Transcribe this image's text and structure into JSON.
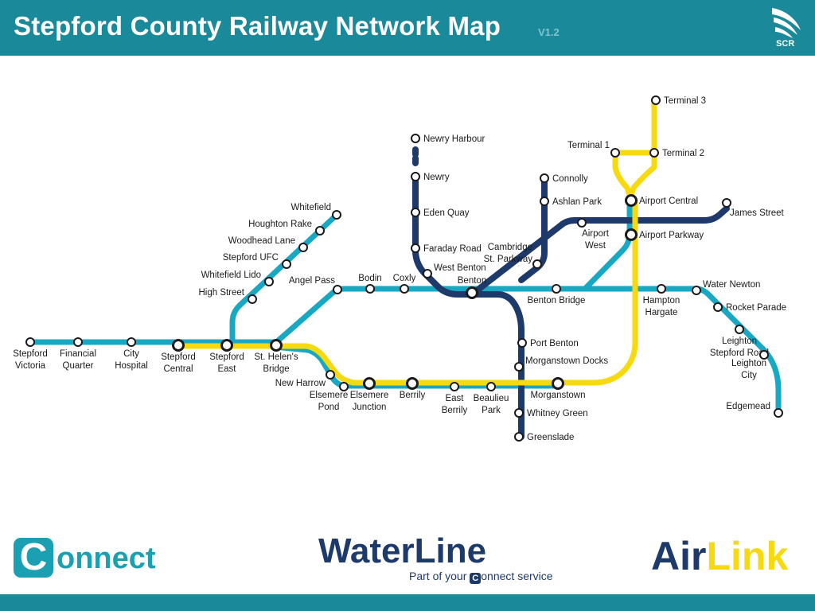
{
  "header": {
    "title": "Stepford County Railway Network Map",
    "version": "V1.2",
    "logo_text": "SCR",
    "logo_icon": "scr-swoosh-icon"
  },
  "colors": {
    "header_bg": "#1a8a9a",
    "connect_line": "#19a8c4",
    "waterline": "#1d3a6b",
    "airlink": "#f6d90e",
    "station_fill": "#ffffff",
    "station_stroke": "#1a1a1a"
  },
  "network": {
    "lines": [
      {
        "name": "Connect",
        "color": "#19a8c4"
      },
      {
        "name": "WaterLine",
        "color": "#1d3a6b"
      },
      {
        "name": "AirLink",
        "color": "#f6d90e"
      }
    ],
    "stations": [
      {
        "id": "stepford-victoria",
        "label": [
          "Stepford",
          "Victoria"
        ],
        "interchange": false
      },
      {
        "id": "financial-quarter",
        "label": [
          "Financial",
          "Quarter"
        ],
        "interchange": false
      },
      {
        "id": "city-hospital",
        "label": [
          "City",
          "Hospital"
        ],
        "interchange": false
      },
      {
        "id": "stepford-central",
        "label": [
          "Stepford",
          "Central"
        ],
        "interchange": true
      },
      {
        "id": "stepford-east",
        "label": [
          "Stepford",
          "East"
        ],
        "interchange": true
      },
      {
        "id": "st-helens-bridge",
        "label": [
          "St. Helen's",
          "Bridge"
        ],
        "interchange": true
      },
      {
        "id": "high-street",
        "label": [
          "High Street"
        ],
        "interchange": false
      },
      {
        "id": "whitefield-lido",
        "label": [
          "Whitefield Lido"
        ],
        "interchange": false
      },
      {
        "id": "stepford-ufc",
        "label": [
          "Stepford UFC"
        ],
        "interchange": false
      },
      {
        "id": "woodhead-lane",
        "label": [
          "Woodhead Lane"
        ],
        "interchange": false
      },
      {
        "id": "houghton-rake",
        "label": [
          "Houghton Rake"
        ],
        "interchange": false
      },
      {
        "id": "whitefield",
        "label": [
          "Whitefield"
        ],
        "interchange": false
      },
      {
        "id": "angel-pass",
        "label": [
          "Angel Pass"
        ],
        "interchange": false
      },
      {
        "id": "bodin",
        "label": [
          "Bodin"
        ],
        "interchange": false
      },
      {
        "id": "coxly",
        "label": [
          "Coxly"
        ],
        "interchange": false
      },
      {
        "id": "new-harrow",
        "label": [
          "New Harrow"
        ],
        "interchange": false
      },
      {
        "id": "elsemere-pond",
        "label": [
          "Elsemere",
          "Pond"
        ],
        "interchange": false
      },
      {
        "id": "elsemere-junction",
        "label": [
          "Elsemere",
          "Junction"
        ],
        "interchange": true
      },
      {
        "id": "berrily",
        "label": [
          "Berrily"
        ],
        "interchange": true
      },
      {
        "id": "east-berrily",
        "label": [
          "East",
          "Berrily"
        ],
        "interchange": false
      },
      {
        "id": "beaulieu-park",
        "label": [
          "Beaulieu",
          "Park"
        ],
        "interchange": false
      },
      {
        "id": "morganstown",
        "label": [
          "Morganstown"
        ],
        "interchange": true
      },
      {
        "id": "newry-harbour",
        "label": [
          "Newry Harbour"
        ],
        "interchange": false
      },
      {
        "id": "newry",
        "label": [
          "Newry"
        ],
        "interchange": false
      },
      {
        "id": "eden-quay",
        "label": [
          "Eden Quay"
        ],
        "interchange": false
      },
      {
        "id": "faraday-road",
        "label": [
          "Faraday Road"
        ],
        "interchange": false
      },
      {
        "id": "west-benton",
        "label": [
          "West Benton"
        ],
        "interchange": false
      },
      {
        "id": "benton",
        "label": [
          "Benton"
        ],
        "interchange": true
      },
      {
        "id": "port-benton",
        "label": [
          "Port Benton"
        ],
        "interchange": false
      },
      {
        "id": "morganstown-docks",
        "label": [
          "Morganstown Docks"
        ],
        "interchange": false
      },
      {
        "id": "whitney-green",
        "label": [
          "Whitney Green"
        ],
        "interchange": false
      },
      {
        "id": "greenslade",
        "label": [
          "Greenslade"
        ],
        "interchange": false
      },
      {
        "id": "connolly",
        "label": [
          "Connolly"
        ],
        "interchange": false
      },
      {
        "id": "ashlan-park",
        "label": [
          "Ashlan Park"
        ],
        "interchange": false
      },
      {
        "id": "cambridge-st-parkway",
        "label": [
          "Cambridge",
          "St. Parkway"
        ],
        "interchange": false
      },
      {
        "id": "airport-west",
        "label": [
          "Airport",
          "West"
        ],
        "interchange": false
      },
      {
        "id": "james-street",
        "label": [
          "James Street"
        ],
        "interchange": false
      },
      {
        "id": "benton-bridge",
        "label": [
          "Benton Bridge"
        ],
        "interchange": false
      },
      {
        "id": "airport-central",
        "label": [
          "Airport Central"
        ],
        "interchange": true
      },
      {
        "id": "airport-parkway",
        "label": [
          "Airport Parkway"
        ],
        "interchange": true
      },
      {
        "id": "terminal-1",
        "label": [
          "Terminal 1"
        ],
        "interchange": false
      },
      {
        "id": "terminal-2",
        "label": [
          "Terminal 2"
        ],
        "interchange": false
      },
      {
        "id": "terminal-3",
        "label": [
          "Terminal 3"
        ],
        "interchange": false
      },
      {
        "id": "hampton-hargate",
        "label": [
          "Hampton",
          "Hargate"
        ],
        "interchange": false
      },
      {
        "id": "water-newton",
        "label": [
          "Water Newton"
        ],
        "interchange": false
      },
      {
        "id": "rocket-parade",
        "label": [
          "Rocket Parade"
        ],
        "interchange": false
      },
      {
        "id": "leighton-stepford-road",
        "label": [
          "Leighton",
          "Stepford Road"
        ],
        "interchange": false
      },
      {
        "id": "leighton-city",
        "label": [
          "Leighton",
          "City"
        ],
        "interchange": false
      },
      {
        "id": "edgemead",
        "label": [
          "Edgemead"
        ],
        "interchange": false
      }
    ]
  },
  "brands": {
    "connect": {
      "initial": "C",
      "rest": "onnect"
    },
    "waterline": {
      "title": "WaterLine",
      "tagline_pre": "Part of your ",
      "tagline_initial": "C",
      "tagline_post": "onnect service"
    },
    "airlink": {
      "part1": "Air",
      "part2": "Link"
    }
  }
}
